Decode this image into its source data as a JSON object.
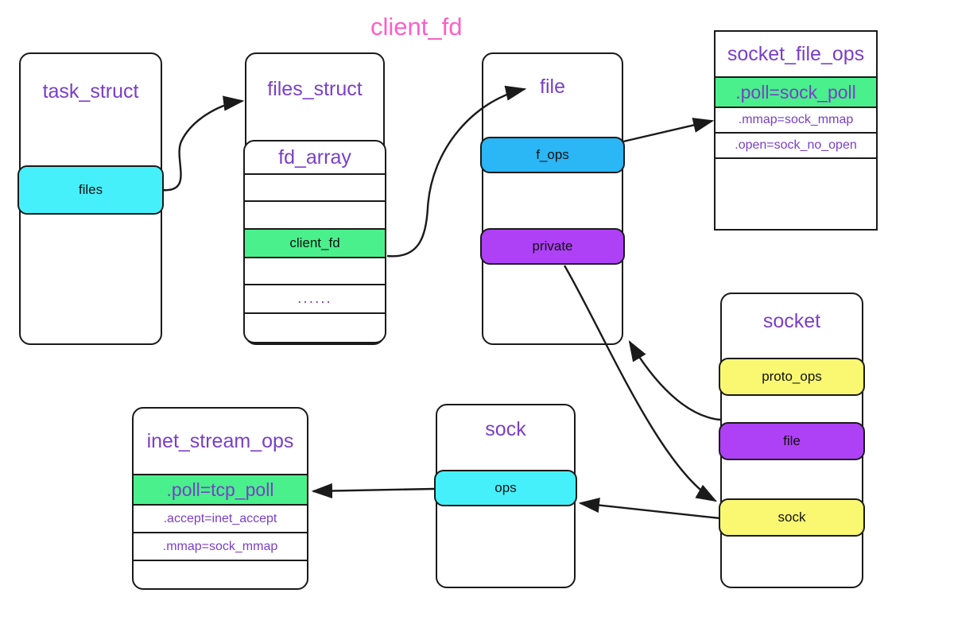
{
  "title": {
    "text": "client_fd",
    "color": "#fc5fc8"
  },
  "palette": {
    "title_purple": "#7a3fc8",
    "cyan": "#46f0fa",
    "green": "#49f08c",
    "blue": "#2bb6f5",
    "purple": "#ae41f5",
    "yellow": "#faf871",
    "stroke": "#1a1a1a",
    "background": "#ffffff"
  },
  "structs": {
    "task_struct": {
      "title": "task_struct",
      "fields": [
        {
          "label": "files",
          "color": "cyan"
        }
      ]
    },
    "files_struct": {
      "title": "files_struct",
      "fd_array": {
        "title": "fd_array",
        "rows": [
          {
            "label": "",
            "color": "none"
          },
          {
            "label": "",
            "color": "none"
          },
          {
            "label": "client_fd",
            "color": "green"
          },
          {
            "label": "",
            "color": "none"
          },
          {
            "label": "......",
            "color": "none"
          },
          {
            "label": "",
            "color": "none"
          }
        ]
      }
    },
    "file": {
      "title": "file",
      "fields": [
        {
          "label": "f_ops",
          "color": "blue"
        },
        {
          "label": "private",
          "color": "purple"
        }
      ]
    },
    "socket_file_ops": {
      "title": "socket_file_ops",
      "rows": [
        {
          "label": ".poll=sock_poll",
          "color": "green",
          "emphasis": "big"
        },
        {
          "label": ".mmap=sock_mmap",
          "color": "none",
          "emphasis": "small"
        },
        {
          "label": ".open=sock_no_open",
          "color": "none",
          "emphasis": "small"
        },
        {
          "label": "",
          "color": "none",
          "emphasis": "blank"
        }
      ]
    },
    "socket": {
      "title": "socket",
      "fields": [
        {
          "label": "proto_ops",
          "color": "yellow"
        },
        {
          "label": "file",
          "color": "purple"
        },
        {
          "label": "sock",
          "color": "yellow"
        }
      ]
    },
    "sock": {
      "title": "sock",
      "fields": [
        {
          "label": "ops",
          "color": "cyan"
        }
      ]
    },
    "inet_stream_ops": {
      "title": "inet_stream_ops",
      "rows": [
        {
          "label": ".poll=tcp_poll",
          "color": "green",
          "emphasis": "big"
        },
        {
          "label": ".accept=inet_accept",
          "color": "none",
          "emphasis": "small"
        },
        {
          "label": ".mmap=sock_mmap",
          "color": "none",
          "emphasis": "small"
        },
        {
          "label": "",
          "color": "none",
          "emphasis": "blank"
        }
      ]
    }
  },
  "edges": [
    {
      "name": "files-to-files_struct",
      "from": "task_struct.files",
      "to": "files_struct"
    },
    {
      "name": "client_fd-to-file",
      "from": "files_struct.fd_array.client_fd",
      "to": "file"
    },
    {
      "name": "f_ops-to-socket_file_ops",
      "from": "file.f_ops",
      "to": "socket_file_ops.poll"
    },
    {
      "name": "socket_file-to-file",
      "from": "socket.file",
      "to": "file"
    },
    {
      "name": "private-to-socket_sock",
      "from": "file.private",
      "to": "socket.sock"
    },
    {
      "name": "socket_sock-to-sock_ops",
      "from": "socket.sock",
      "to": "sock.ops"
    },
    {
      "name": "ops-to-inet_stream_ops",
      "from": "sock.ops",
      "to": "inet_stream_ops.poll"
    }
  ]
}
